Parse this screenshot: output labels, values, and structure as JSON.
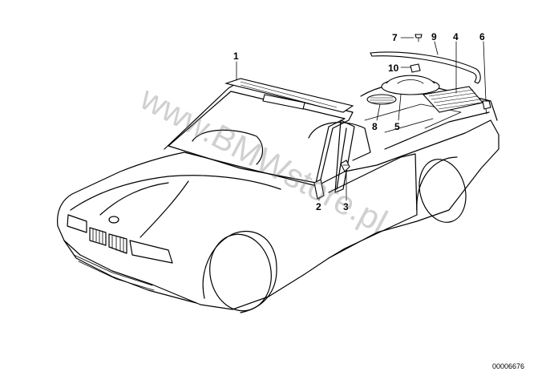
{
  "callouts": {
    "c1": "1",
    "c2": "2",
    "c3": "3",
    "c4": "4",
    "c5": "5",
    "c6": "6",
    "c7": "7",
    "c8": "8",
    "c9": "9",
    "c10": "10"
  },
  "watermark": "www.BMWstore.pl",
  "diagram_ref": "00006676"
}
